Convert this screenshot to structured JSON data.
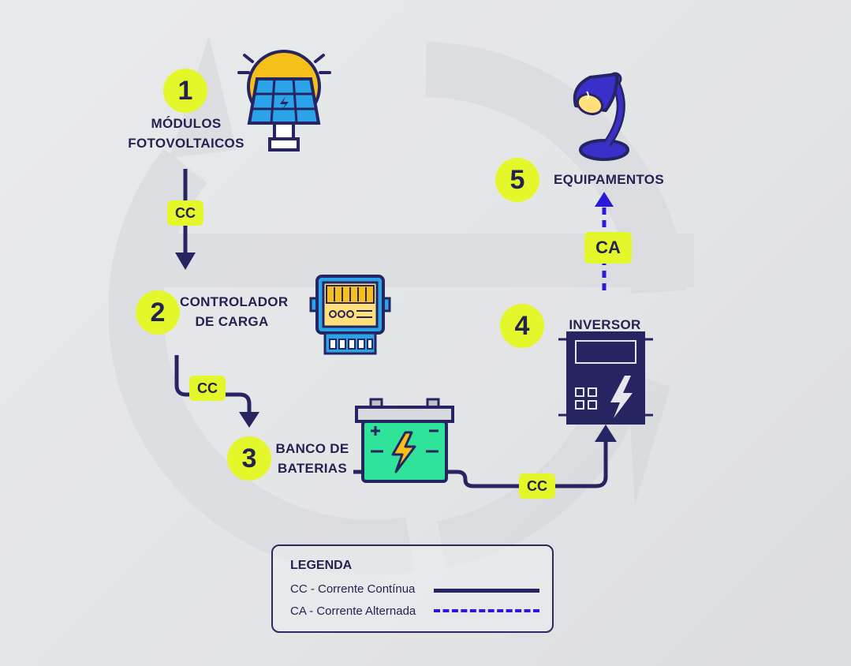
{
  "steps": [
    {
      "number": "1",
      "label_lines": [
        "MÓDULOS",
        "FOTOVOLTAICOS"
      ]
    },
    {
      "number": "2",
      "label_lines": [
        "CONTROLADOR",
        "DE CARGA"
      ]
    },
    {
      "number": "3",
      "label_lines": [
        "BANCO DE",
        "BATERIAS"
      ]
    },
    {
      "number": "4",
      "label_lines": [
        "INVERSOR"
      ]
    },
    {
      "number": "5",
      "label_lines": [
        "EQUIPAMENTOS"
      ]
    }
  ],
  "connections": [
    {
      "from": "1",
      "to": "2",
      "label": "CC",
      "kind": "CC"
    },
    {
      "from": "2",
      "to": "3",
      "label": "CC",
      "kind": "CC"
    },
    {
      "from": "3",
      "to": "4",
      "label": "CC",
      "kind": "CC"
    },
    {
      "from": "4",
      "to": "5",
      "label": "CA",
      "kind": "CA"
    }
  ],
  "legend": {
    "title": "LEGENDA",
    "items": [
      {
        "text": "CC - Corrente Contínua",
        "style": "solid"
      },
      {
        "text": "CA - Corrente Alternada",
        "style": "dashed"
      }
    ]
  },
  "colors": {
    "navy": "#262561",
    "yellow": "#e4f72b",
    "ac_blue": "#2a19d8",
    "battery_green": "#2fe39b",
    "panel_blue": "#2aa3e8"
  },
  "icons": [
    "solar-panel-icon",
    "charge-controller-icon",
    "battery-icon",
    "inverter-icon",
    "desk-lamp-icon"
  ]
}
